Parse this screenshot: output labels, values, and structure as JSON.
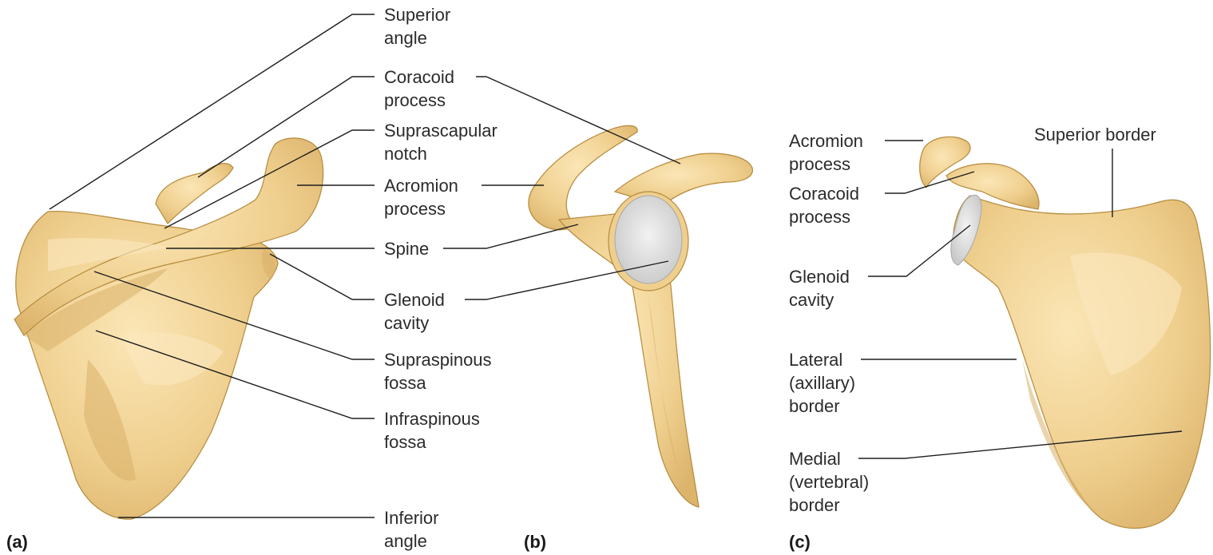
{
  "panels": {
    "a": "(a)",
    "b": "(b)",
    "c": "(c)"
  },
  "labels_a": {
    "superior_angle": [
      "Superior",
      "angle"
    ],
    "coracoid_process": [
      "Coracoid",
      "process"
    ],
    "suprascapular_notch": [
      "Suprascapular",
      "notch"
    ],
    "acromion_process": [
      "Acromion",
      "process"
    ],
    "spine": [
      "Spine"
    ],
    "glenoid_cavity": [
      "Glenoid",
      "cavity"
    ],
    "supraspinous_fossa": [
      "Supraspinous",
      "fossa"
    ],
    "infraspinous_fossa": [
      "Infraspinous",
      "fossa"
    ],
    "inferior_angle": [
      "Inferior",
      "angle"
    ]
  },
  "labels_c": {
    "acromion_process": [
      "Acromion",
      "process"
    ],
    "coracoid_process": [
      "Coracoid",
      "process"
    ],
    "glenoid_cavity": [
      "Glenoid",
      "cavity"
    ],
    "lateral_border": [
      "Lateral",
      "(axillary)",
      "border"
    ],
    "medial_border": [
      "Medial",
      "(vertebral)",
      "border"
    ],
    "superior_border": [
      "Superior border"
    ]
  },
  "colors": {
    "bone": "#efcf8e",
    "bone_shade": "#d9b06a",
    "cavity": "#d8d8d8",
    "leader": "#1e1e1e"
  }
}
